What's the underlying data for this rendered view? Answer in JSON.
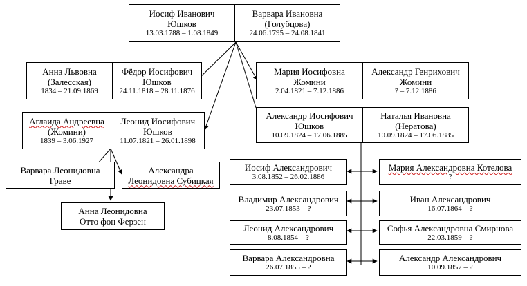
{
  "colors": {
    "line": "#000000",
    "spellcheck_underline": "#d02020"
  },
  "root": {
    "husband": {
      "name1": "Иосиф Иванович",
      "name2": "Юшков",
      "dates": "13.03.1788 – 1.08.1849"
    },
    "wife": {
      "name1": "Варвара Ивановна",
      "name2": "(Голубцова)",
      "dates": "24.06.1795 – 24.08.1841"
    }
  },
  "fyodor_couple": {
    "wife": {
      "name1": "Анна Львовна",
      "name2": "(Залесская)",
      "dates": "1834 – 21.09.1869"
    },
    "husband": {
      "name1": "Фёдор Иосифович",
      "name2": "Юшков",
      "dates": "24.11.1818 – 28.11.1876"
    }
  },
  "maria_couple": {
    "wife": {
      "name1": "Мария Иосифовна",
      "name2": "Жомини",
      "dates": "2.04.1821 – 7.12.1886"
    },
    "husband": {
      "name1": "Александр Генрихович",
      "name2": "Жомини",
      "dates": "? – 7.12.1886"
    }
  },
  "leonid_couple": {
    "wife": {
      "name1": "Аглаида Андреевна",
      "name2": "(Жомини)",
      "dates": "1839 – 3.06.1927"
    },
    "husband": {
      "name1": "Леонид Иосифович",
      "name2": "Юшков",
      "dates": "11.07.1821 – 26.01.1898"
    }
  },
  "alexander_couple": {
    "husband": {
      "name1": "Александр Иосифович",
      "name2": "Юшков",
      "dates": "10.09.1824 – 17.06.1885"
    },
    "wife": {
      "name1": "Наталья Ивановна",
      "name2": "(Нератова)",
      "dates": "10.09.1824 – 17.06.1885"
    }
  },
  "leonid_children": [
    {
      "name1": "Варвара Леонидовна",
      "name2": "Граве"
    },
    {
      "name1": "Александра",
      "name2": "Леонидовна Субицкая"
    },
    {
      "name1": "Анна Леонидовна",
      "name2": "Отто фон Ферзен"
    }
  ],
  "alexander_children_left": [
    {
      "name": "Иосиф Александрович",
      "dates": "3.08.1852 – 26.02.1886"
    },
    {
      "name": "Владимир Александрович",
      "dates": "23.07.1853 – ?"
    },
    {
      "name": "Леонид Александрович",
      "dates": "8.08.1854 – ?"
    },
    {
      "name": "Варвара Александровна",
      "dates": "26.07.1855 – ?"
    }
  ],
  "alexander_children_right": [
    {
      "name": "Мария Александровна Котелова",
      "dates": "?"
    },
    {
      "name": "Иван Александрович",
      "dates": "16.07.1864 – ?"
    },
    {
      "name": "Софья Александровна Смирнова",
      "dates": "22.03.1859 – ?"
    },
    {
      "name": "Александр Александрович",
      "dates": "10.09.1857 – ?"
    }
  ]
}
